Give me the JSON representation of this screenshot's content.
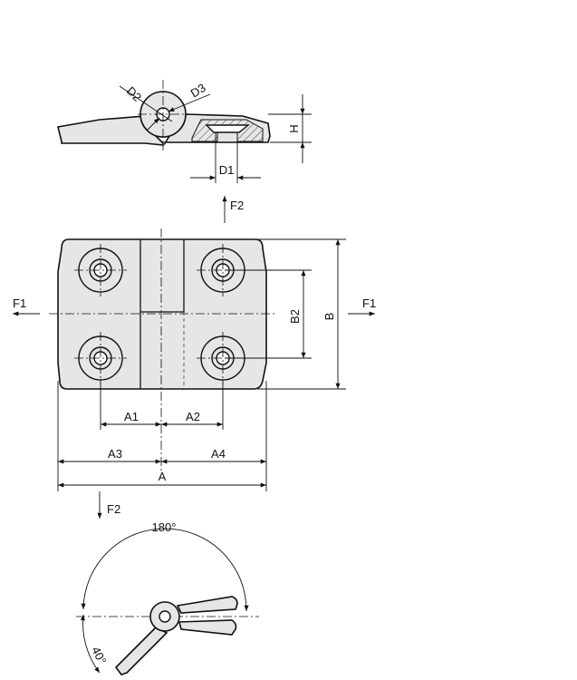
{
  "labels": {
    "d2": "D2",
    "d3": "D3",
    "h": "H",
    "d1": "D1",
    "f2_top": "F2",
    "f1_left": "F1",
    "f1_right": "F1",
    "b2": "B2",
    "b": "B",
    "a1": "A1",
    "a2": "A2",
    "a3": "A3",
    "a4": "A4",
    "a": "A",
    "f2_bottom": "F2",
    "angle_180": "180°",
    "angle_40": "40°"
  }
}
